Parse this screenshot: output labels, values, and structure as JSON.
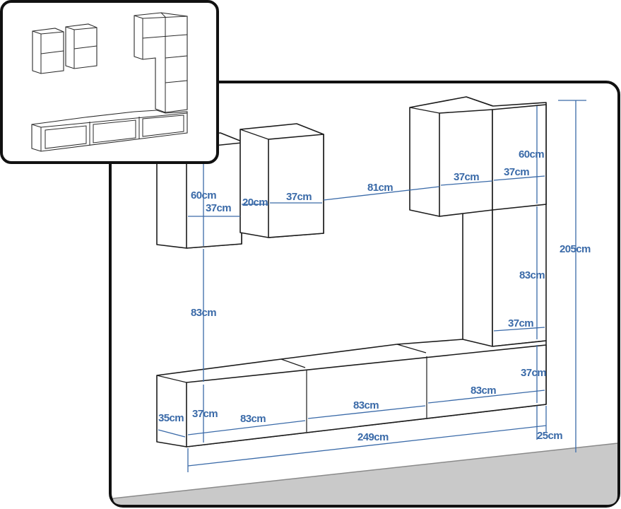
{
  "dimensions": {
    "top_left_cabinet_height": "60cm",
    "top_left_cabinet_width": "37cm",
    "gap_between_cabinets": "20cm",
    "top_middle_cabinet_width": "37cm",
    "gap_to_right_unit": "81cm",
    "right_top_left_width": "37cm",
    "right_top_right_width": "37cm",
    "right_top_height": "60cm",
    "right_tower_height": "83cm",
    "total_height": "205cm",
    "hanging_clearance": "83cm",
    "tower_depth": "37cm",
    "lowboard_height_right": "37cm",
    "lowboard_depth": "35cm",
    "lowboard_height_left": "37cm",
    "lowboard_segment_1": "83cm",
    "lowboard_segment_2": "83cm",
    "lowboard_segment_3": "83cm",
    "total_width": "249cm",
    "floor_clearance": "25cm"
  },
  "colors": {
    "dimension": "#3a6aa8",
    "outline": "#1c1c1c",
    "floor": "#c9c9c9"
  }
}
